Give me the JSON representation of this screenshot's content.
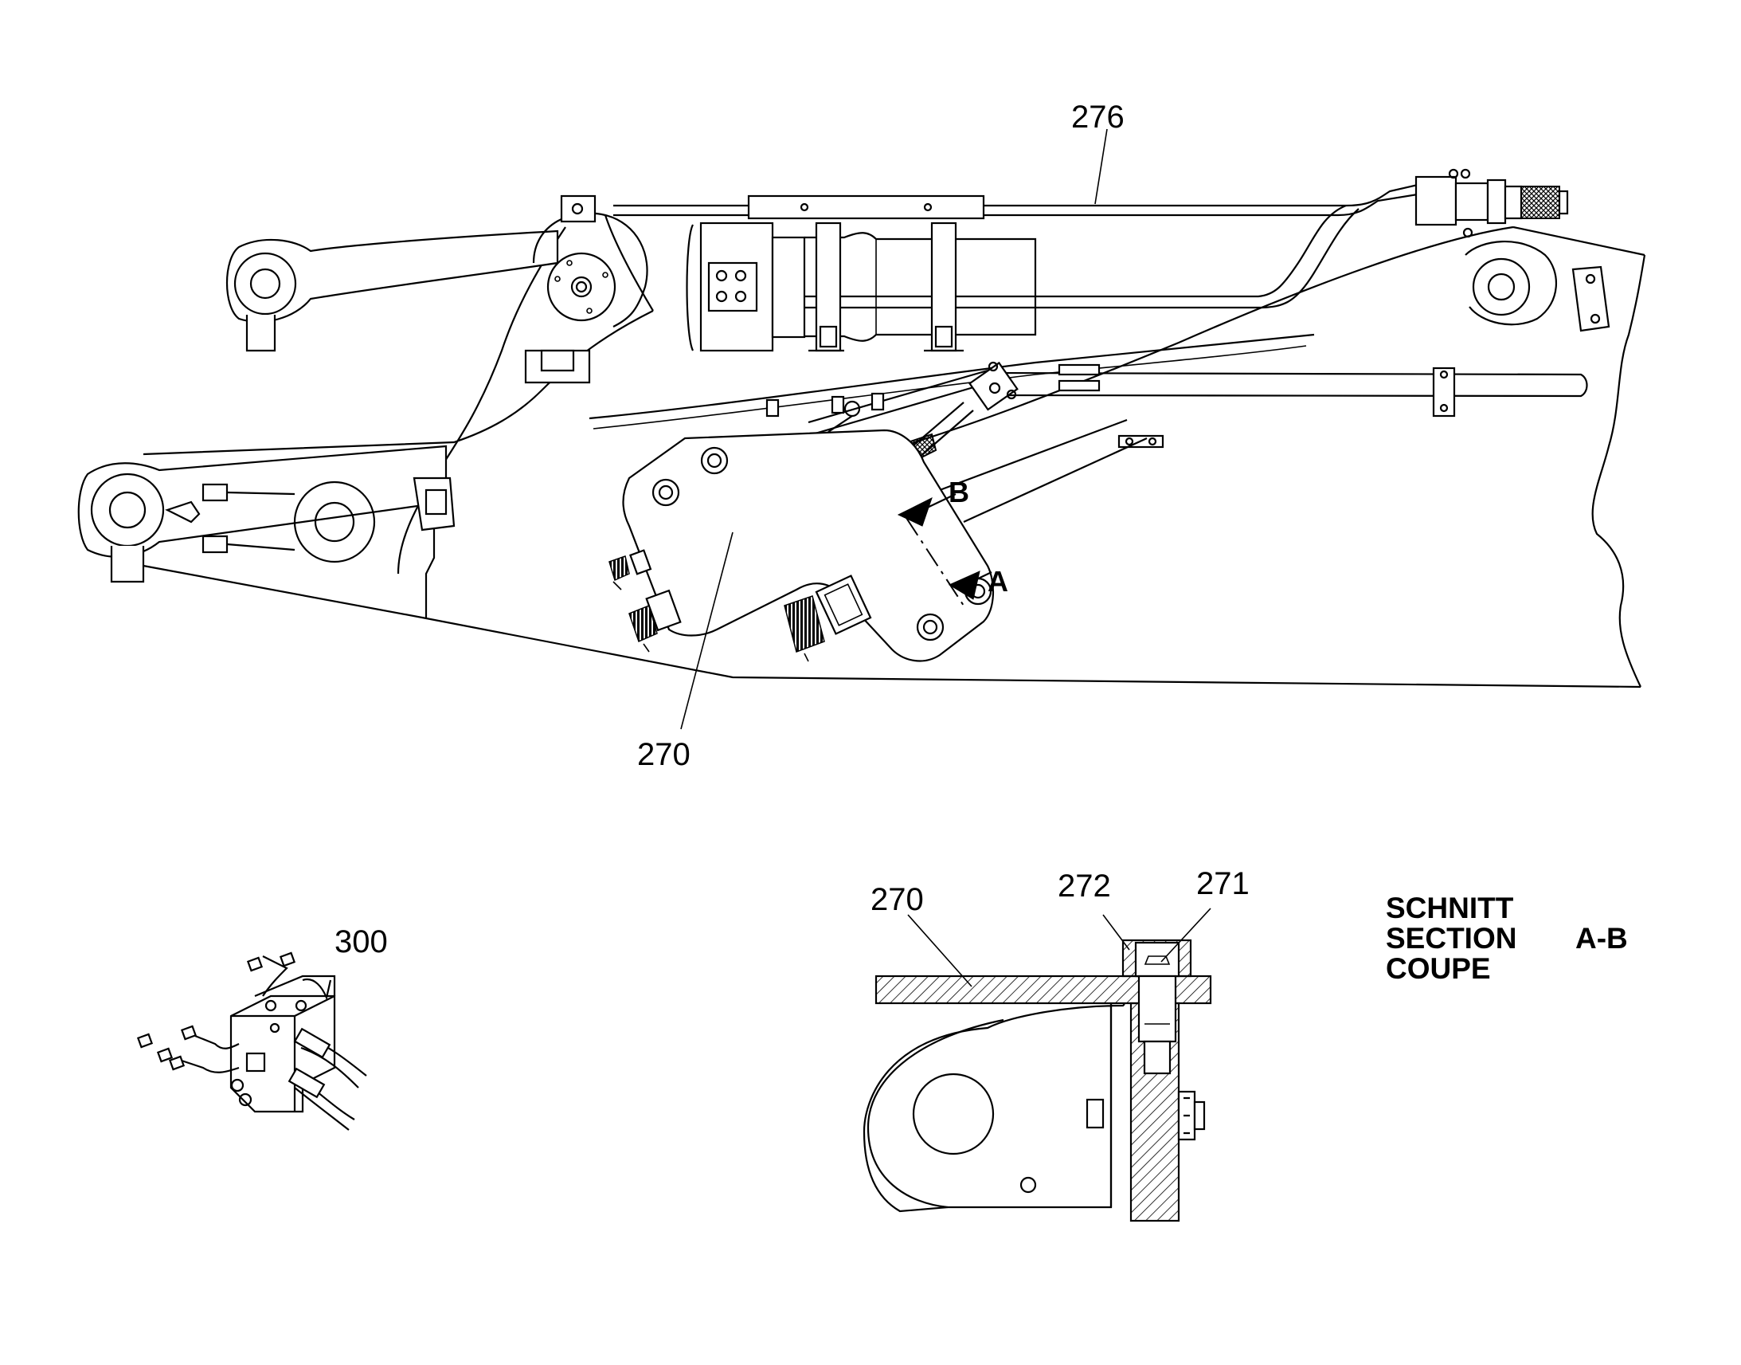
{
  "callouts": {
    "c276": "276",
    "c270_main": "270",
    "c300": "300",
    "c270_section": "270",
    "c272": "272",
    "c271": "271"
  },
  "cut_marks": {
    "a": "A",
    "b": "B"
  },
  "section_title": {
    "line1": "SCHNITT",
    "line2": "SECTION",
    "line3": "COUPE",
    "designation": "A-B"
  }
}
